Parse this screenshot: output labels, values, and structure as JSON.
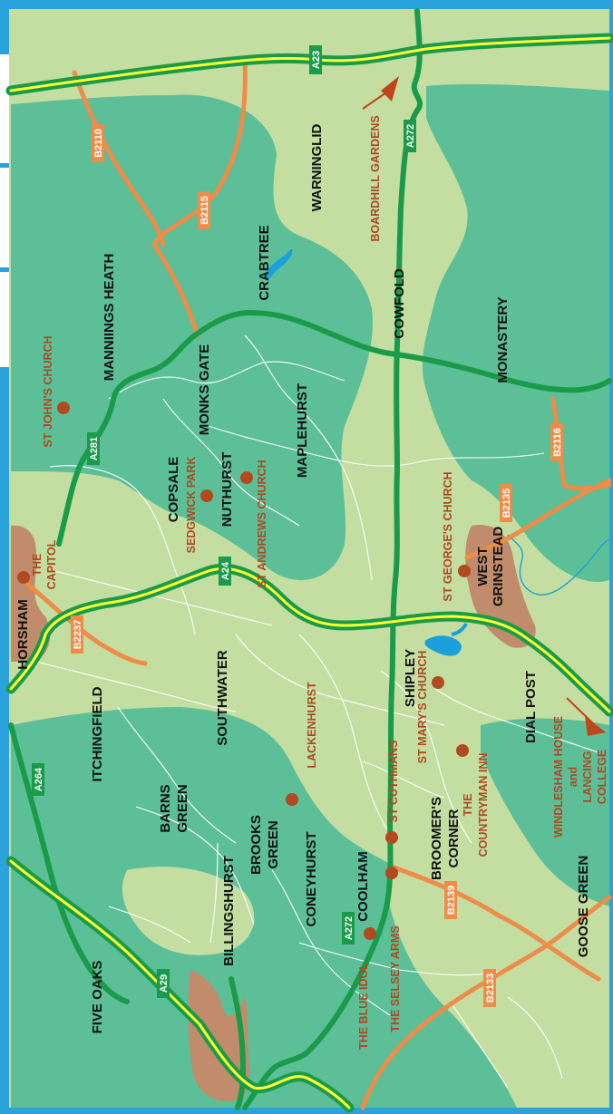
{
  "map": {
    "colors": {
      "light_green": "#c3dea0",
      "dark_green": "#5cbf98",
      "town": "#c08c6b",
      "a_road": "#1a9b4a",
      "primary_centerline": "#ffff33",
      "b_road": "#ee8c4a",
      "minor_road": "#ffffff",
      "water": "#1ba0dc",
      "poi": "#b24a20",
      "frame": "#2aa3dc"
    },
    "places": {
      "horsham": "HORSHAM",
      "manniings_heath": "MANNIINGS HEATH",
      "crabtree": "CRABTREE",
      "warninglid": "WARNINGLID",
      "monks_gate": "MONKS GATE",
      "copsale": "COPSALE",
      "nuthurst": "NUTHURST",
      "maplehurst": "MAPLEHURST",
      "cowfold": "COWFOLD",
      "monastery": "MONASTERY",
      "west_grinstead_1": "WEST",
      "west_grinstead_2": "GRINSTEAD",
      "southwater": "SOUTHWATER",
      "itchingfield": "ITCHINGFIELD",
      "shipley": "SHIPLEY",
      "dial_post": "DIAL POST",
      "barns_green_1": "BARNS",
      "barns_green_2": "GREEN",
      "brooks_green_1": "BROOKS",
      "brooks_green_2": "GREEN",
      "coneyhurst": "CONEYHURST",
      "coolham": "COOLHAM",
      "broomers_corner_1": "BROOMER'S",
      "broomers_corner_2": "CORNER",
      "billingshurst": "BILLINGSHURST",
      "five_oaks": "FIVE OAKS",
      "goose_green": "GOOSE GREEN"
    },
    "pois": {
      "st_johns_church": "ST JOHN'S CHURCH",
      "sedgwick_park": "SEDGWICK PARK",
      "st_andrews_church": "ST ANDREWS CHURCH",
      "the_capitol_1": "THE",
      "the_capitol_2": "CAPITOL",
      "st_georges_church": "ST GEORGE'S CHURCH",
      "boardhill_gardens": "BOARDHILL GARDENS",
      "lackenhurst": "LACKENHURST",
      "st_cuthmans": "ST CUTHMANS",
      "st_marys_church": "ST MARY'S CHURCH",
      "the_countryman_inn_1": "THE",
      "the_countryman_inn_2": "COUNTRYMAN INN",
      "windlesham_1": "WINDLESHAM HOUSE",
      "windlesham_2": "and",
      "windlesham_3": "LANCING",
      "windlesham_4": "COLLEGE",
      "the_selsey_arms": "THE SELSEY ARMS",
      "the_blue_idol": "THE BLUE IDOL"
    },
    "roads": {
      "a23": "A23",
      "a272_east": "A272",
      "a281": "A281",
      "a24": "A24",
      "a264": "A264",
      "a272_west": "A272",
      "a29": "A29",
      "b2110": "B2110",
      "b2115": "B2115",
      "b2237": "B2237",
      "b2116": "B2116",
      "b2135": "B2135",
      "b2139": "B2139",
      "b2133": "B2133"
    }
  }
}
